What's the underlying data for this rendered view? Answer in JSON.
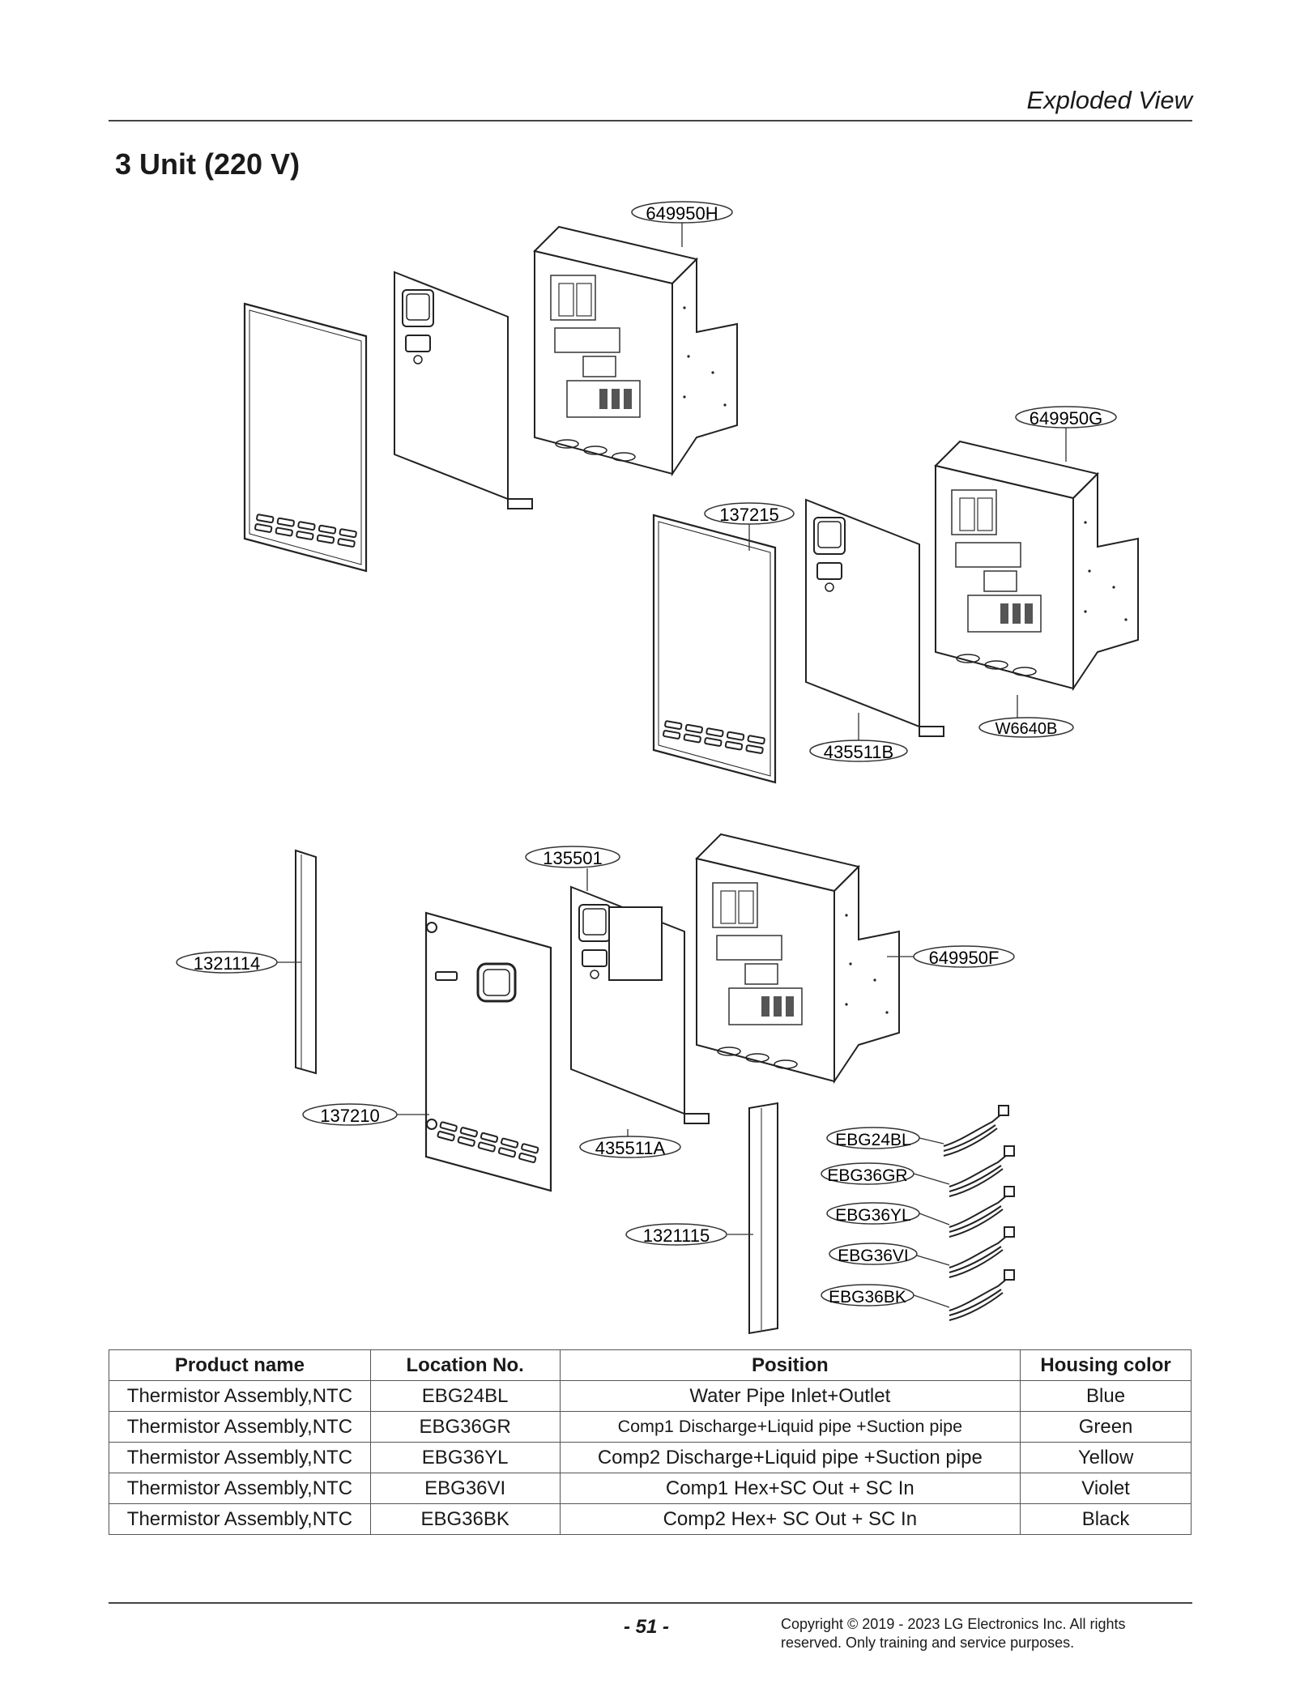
{
  "header": {
    "title": "Exploded View"
  },
  "section": {
    "title": "3 Unit (220 V)"
  },
  "callouts": {
    "c649950H": "649950H",
    "c649950G": "649950G",
    "c137215": "137215",
    "cW6640B": "W6640B",
    "c435511B": "435511B",
    "c135501": "135501",
    "c1321114": "1321114",
    "c649950F": "649950F",
    "c137210": "137210",
    "c435511A": "435511A",
    "c1321115": "1321115",
    "cEBG24BL": "EBG24BL",
    "cEBG36GR": "EBG36GR",
    "cEBG36YL": "EBG36YL",
    "cEBG36VI": "EBG36VI",
    "cEBG36BK": "EBG36BK"
  },
  "table": {
    "headers": [
      "Product name",
      "Location No.",
      "Position",
      "Housing color"
    ],
    "rows": [
      [
        "Thermistor Assembly,NTC",
        "EBG24BL",
        "Water Pipe Inlet+Outlet",
        "Blue"
      ],
      [
        "Thermistor Assembly,NTC",
        "EBG36GR",
        "Comp1 Discharge+Liquid pipe +Suction pipe",
        "Green"
      ],
      [
        "Thermistor Assembly,NTC",
        "EBG36YL",
        "Comp2 Discharge+Liquid pipe +Suction pipe",
        "Yellow"
      ],
      [
        "Thermistor Assembly,NTC",
        "EBG36VI",
        "Comp1 Hex+SC Out + SC In",
        "Violet"
      ],
      [
        "Thermistor Assembly,NTC",
        "EBG36BK",
        "Comp2 Hex+ SC Out + SC In",
        "Black"
      ]
    ]
  },
  "footer": {
    "page_number": "- 51 -",
    "copyright_line1": "Copyright © 2019 - 2023 LG Electronics Inc. All rights",
    "copyright_line2": "reserved. Only training and service purposes."
  }
}
